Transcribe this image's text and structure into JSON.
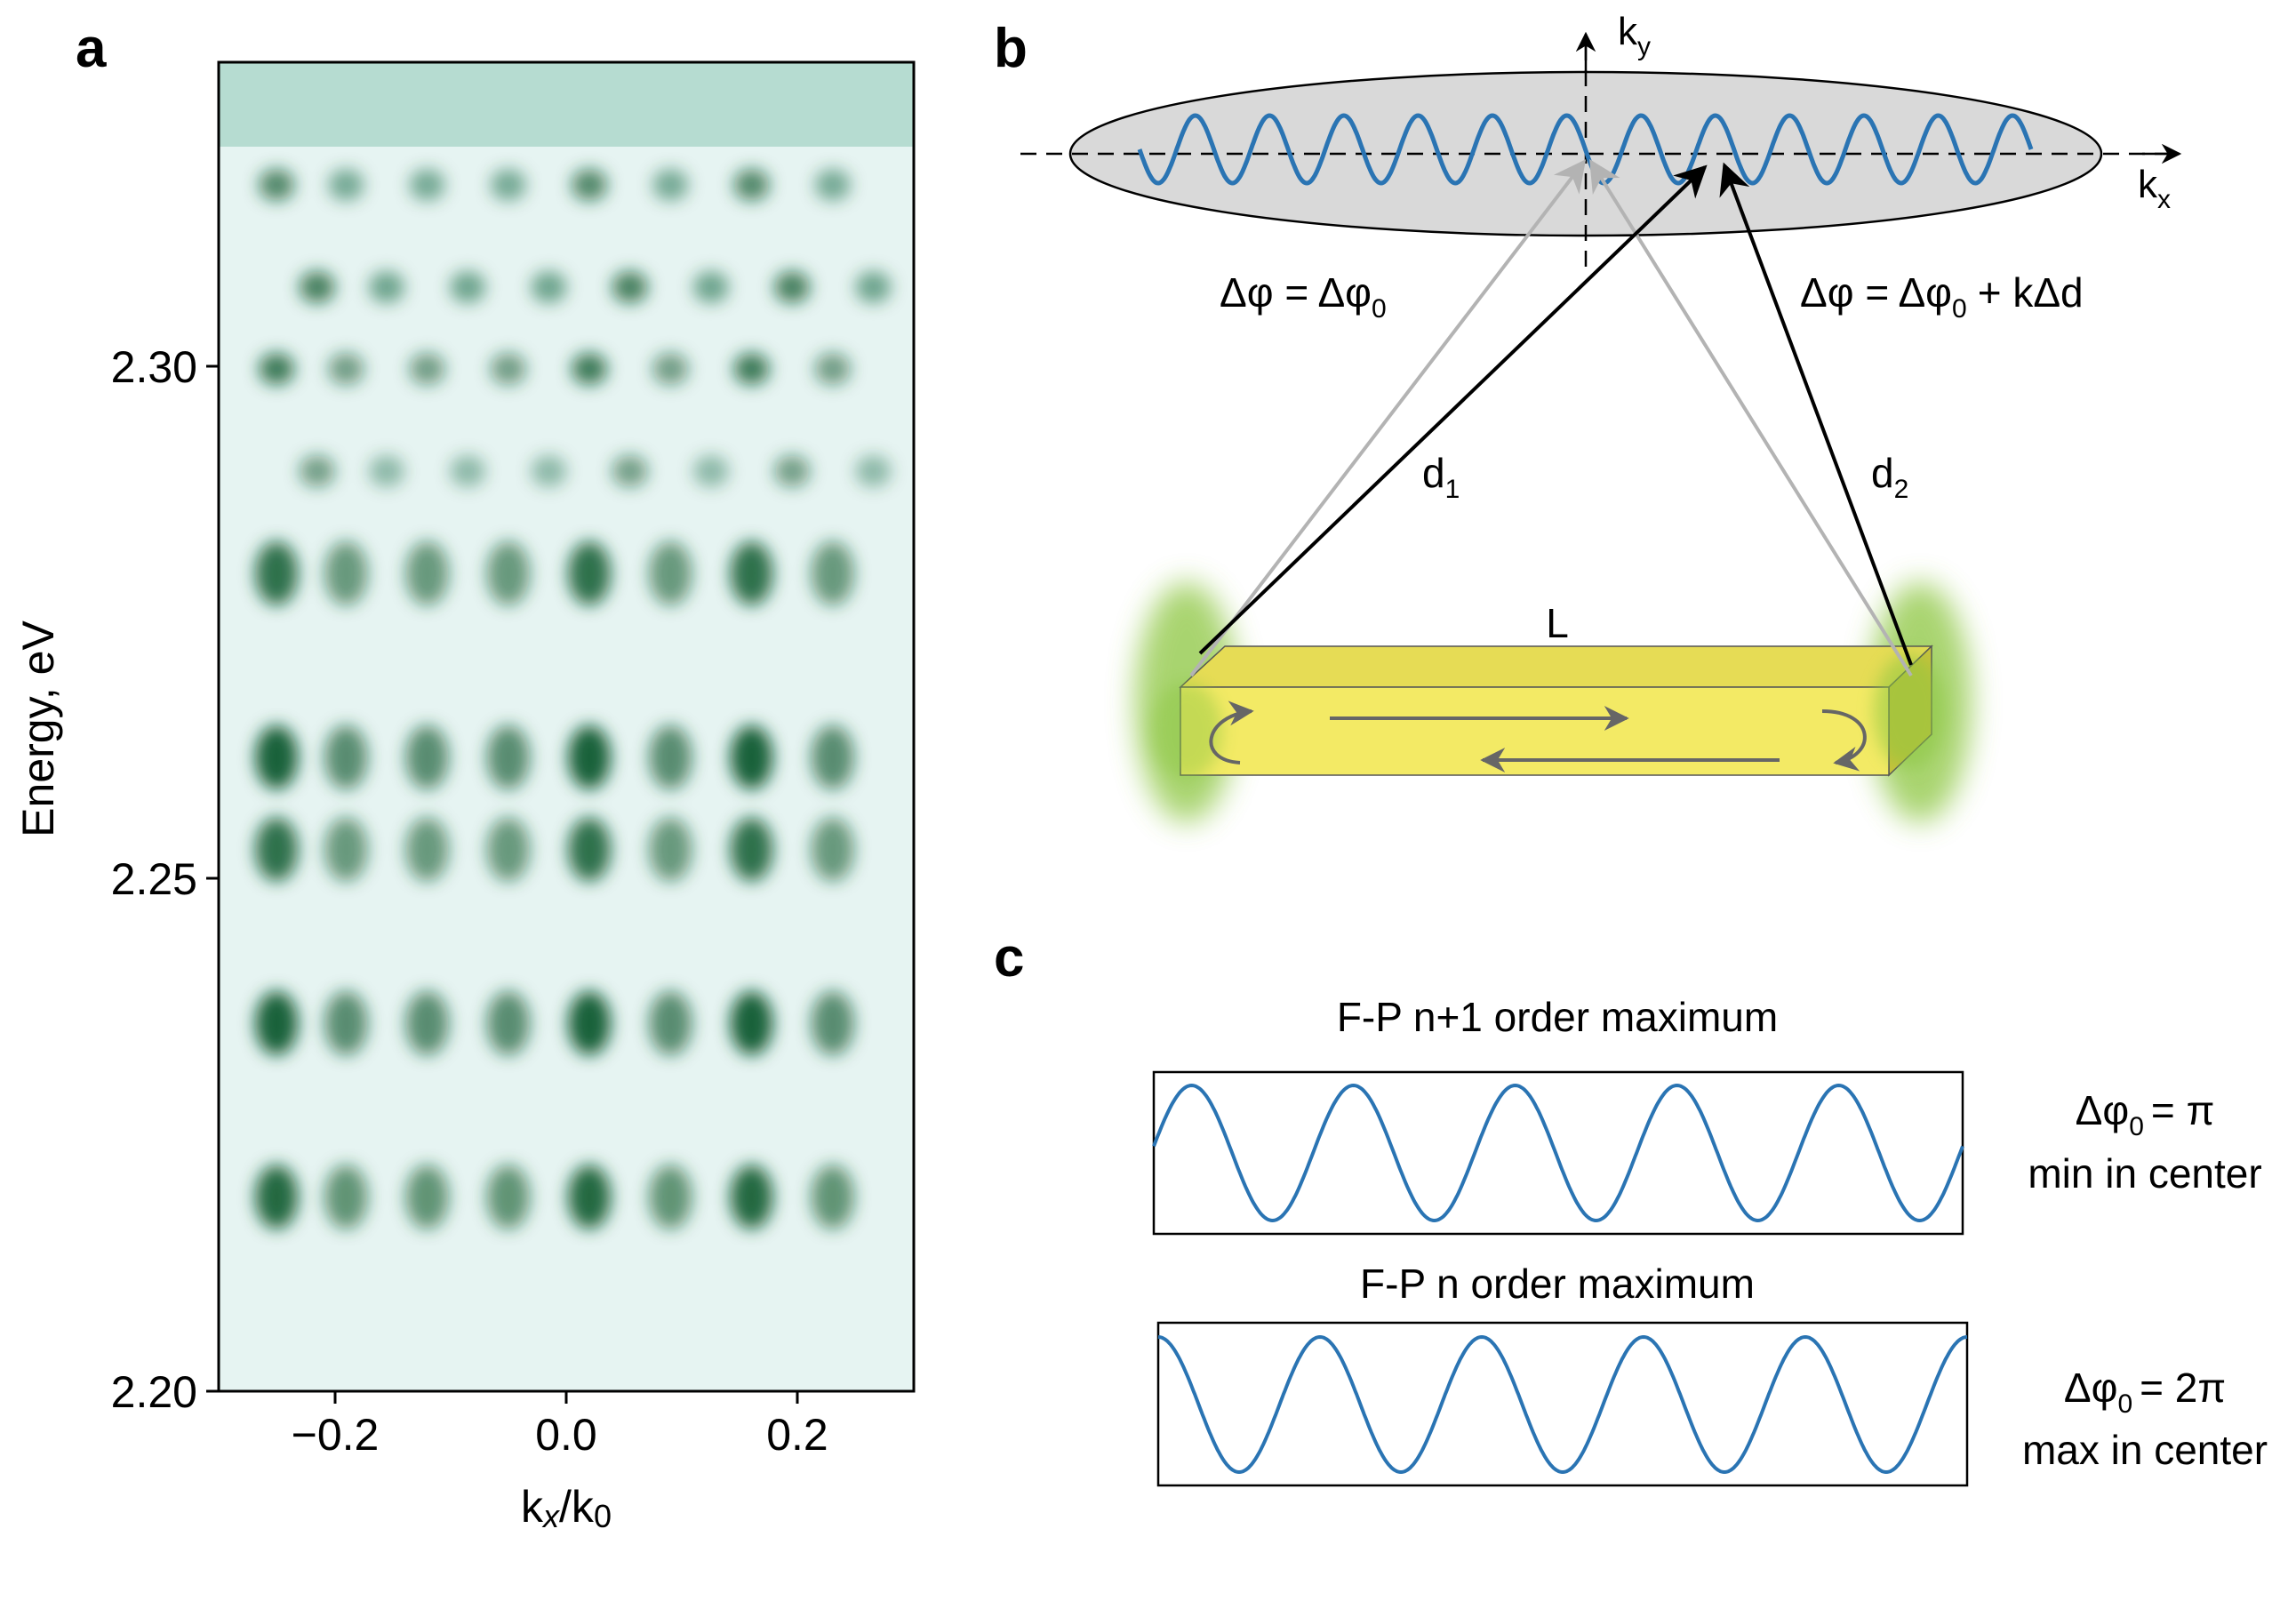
{
  "panels": {
    "a": {
      "label": "a",
      "ylabel": "Energy, eV",
      "xlabel_main": "k",
      "xlabel_sub": "x",
      "xlabel_mid": "/k",
      "xlabel_sub2": "0",
      "yticks": [
        "2.30",
        "2.25",
        "2.20"
      ],
      "xticks": [
        "−0.2",
        "0.0",
        "0.2"
      ]
    },
    "b": {
      "label": "b",
      "ky_main": "k",
      "ky_sub": "y",
      "kx_main": "k",
      "kx_sub": "x",
      "eq_left_main": "Δφ = Δφ",
      "eq_left_sub": "0",
      "eq_right_main": "Δφ = Δφ",
      "eq_right_sub": "0",
      "eq_right_tail": "+ kΔd",
      "d1_main": "d",
      "d1_sub": "1",
      "d2_main": "d",
      "d2_sub": "2",
      "length_label": "L"
    },
    "c": {
      "label": "c",
      "title_top": "F-P n+1 order maximum",
      "title_bottom": "F-P n order maximum",
      "top_note_main": "Δφ",
      "top_note_sub": "0",
      "top_note_tail": "= π",
      "top_note_line2": "min in center",
      "bottom_note_main": "Δφ",
      "bottom_note_sub": "0",
      "bottom_note_tail": "= 2π",
      "bottom_note_line2": "max in center"
    }
  },
  "colors": {
    "wave": "#2a74b3",
    "ellipse_fill": "#d9d9d9",
    "bar_fill": "#f3ea65",
    "bar_top": "#e6dc55",
    "glow": "#8cc63f",
    "heatmap_dark": "#0c5a2e",
    "heatmap_light": "#e6f4f2",
    "grey_arrow": "#b3b3b3"
  },
  "chart_data": {
    "type": "heatmap",
    "xlabel": "kx/k0",
    "ylabel": "Energy, eV",
    "xlim": [
      -0.3,
      0.3
    ],
    "ylim": [
      2.2,
      2.33
    ],
    "xticks": [
      -0.2,
      0.0,
      0.2
    ],
    "yticks": [
      2.2,
      2.25,
      2.3
    ],
    "band_energies": [
      2.219,
      2.236,
      2.253,
      2.262,
      2.28,
      2.29,
      2.3,
      2.308,
      2.318
    ],
    "lobe_kx": [
      -0.25,
      -0.19,
      -0.12,
      -0.05,
      0.02,
      0.09,
      0.16,
      0.23
    ],
    "band_amplitudes": [
      0.9,
      0.95,
      0.85,
      0.95,
      0.85,
      0.55,
      0.8,
      0.75,
      0.7
    ]
  }
}
